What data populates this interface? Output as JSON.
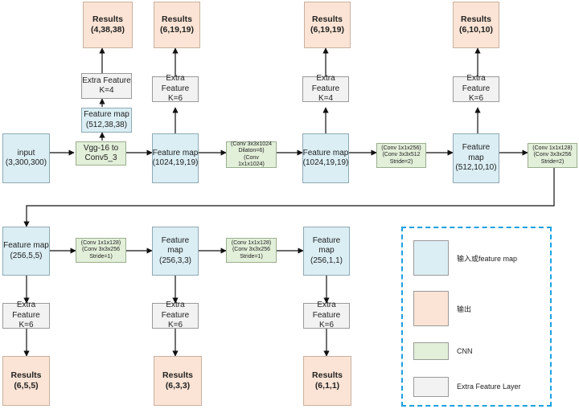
{
  "boxes": {
    "input": "input\n(3,300,300)",
    "vgg": "Vgg-16 to\nConv5_3",
    "fm1": "Feature map\n(512,38,38)",
    "ef1": "Extra Feature\nK=4",
    "res1": "Results\n(4,38,38)",
    "fm2": "Feature map\n(1024,19,19)",
    "ef2": "Extra Feature\nK=6",
    "res2": "Results\n(6,19,19)",
    "cnn1": "(Conv 3x3x1024\nDilaton=6)\n(Conv\n1x1x1024)",
    "fm3": "Feature map\n(1024,19,19)",
    "ef3": "Extra Feature\nK=4",
    "res3": "Results\n(6,19,19)",
    "cnn2": "(Conv 1x1x256)\n(Conv 3x3x512\nStride=2)",
    "fm4": "Feature map\n(512,10,10)",
    "ef4": "Extra Feature\nK=6",
    "res4": "Results\n(6,10,10)",
    "cnn3": "(Conv 1x1x128)\n(Conv 3x3x256\nStride=2)",
    "fm5": "Feature map\n(256,5,5)",
    "ef5": "Extra Feature\nK=6",
    "res5": "Results\n(6,5,5)",
    "cnn4": "(Conv 1x1x128)\n(Conv 3x3x256\nStride=1)",
    "fm6": "Feature map\n(256,3,3)",
    "ef6": "Extra Feature\nK=6",
    "res6": "Results\n(6,3,3)",
    "cnn5": "(Conv 1x1x128)\n(Conv 3x3x256\nStride=1)",
    "fm7": "Feature map\n(256,1,1)",
    "ef7": "Extra Feature\nK=6",
    "res7": "Results\n(6,1,1)"
  },
  "legend": {
    "input_label": "输入或feature map",
    "output_label": "输出",
    "cnn_label": "CNN",
    "extra_label": "Extra Feature Layer"
  },
  "colors": {
    "input_fill": "#dbeef4",
    "output_fill": "#fbe4d5",
    "cnn_fill": "#e2efd9",
    "extra_fill": "#f2f2f2",
    "legend_border": "#1aa0e0"
  }
}
